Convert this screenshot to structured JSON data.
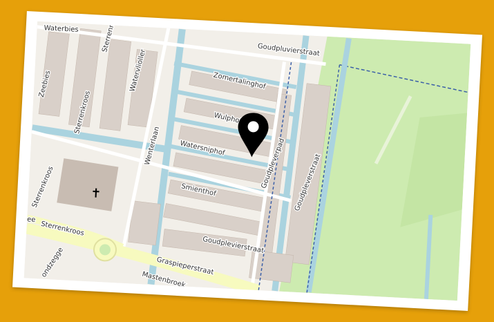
{
  "map": {
    "colors": {
      "frame": "#e6a00a",
      "card": "#ffffff",
      "land": "#f2efe9",
      "water": "#aad3df",
      "meadow": "#cdebb0",
      "building": "#d9d0c9",
      "road": "#ffffff",
      "main_road": "#f7fabf",
      "marker": "#000000"
    },
    "streets": {
      "waterbies": "Waterbies",
      "sterrenmos": "Sterrenmos",
      "watervlioller": "Watervlioller",
      "zeebies": "Zeebies",
      "sterrenkroos_1": "Sterrenkroos",
      "wenterlaan": "Wenterlaan",
      "goudpluvierstraat_top": "Goudpluvierstraat",
      "zomertalinghof": "Zomertalinghof",
      "wulphof": "Wulphof",
      "watersniphof": "Watersniphof",
      "smienthof": "Smienthof",
      "goudpleverpad": "Goudpleverpad",
      "goudpleverstraat": "Goudpleverstraat",
      "sterrenkroos_2": "Sterrenkroos",
      "sterrenkroos_3": "Sterrenkroos",
      "goudplevierstraat": "Goudplevierstraat",
      "graspieperstraat": "Graspieperstraat",
      "mastenbroek": "Mastenbroek",
      "ondzegge": "ondzegge",
      "ee": "ee"
    },
    "icons": {
      "location_marker": "map-pin",
      "church": "cross"
    },
    "church_glyph": "✝"
  }
}
